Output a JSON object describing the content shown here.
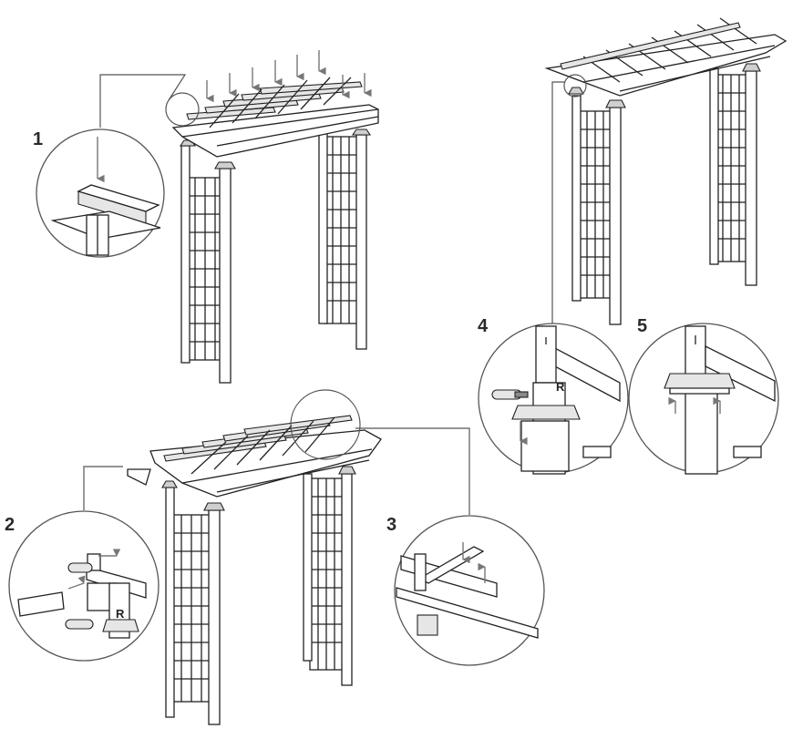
{
  "steps": [
    {
      "number": "1"
    },
    {
      "number": "2"
    },
    {
      "number": "3"
    },
    {
      "number": "4"
    },
    {
      "number": "5"
    }
  ],
  "callout_marks": {
    "step2_marker": "R",
    "step4_marker": "R"
  }
}
